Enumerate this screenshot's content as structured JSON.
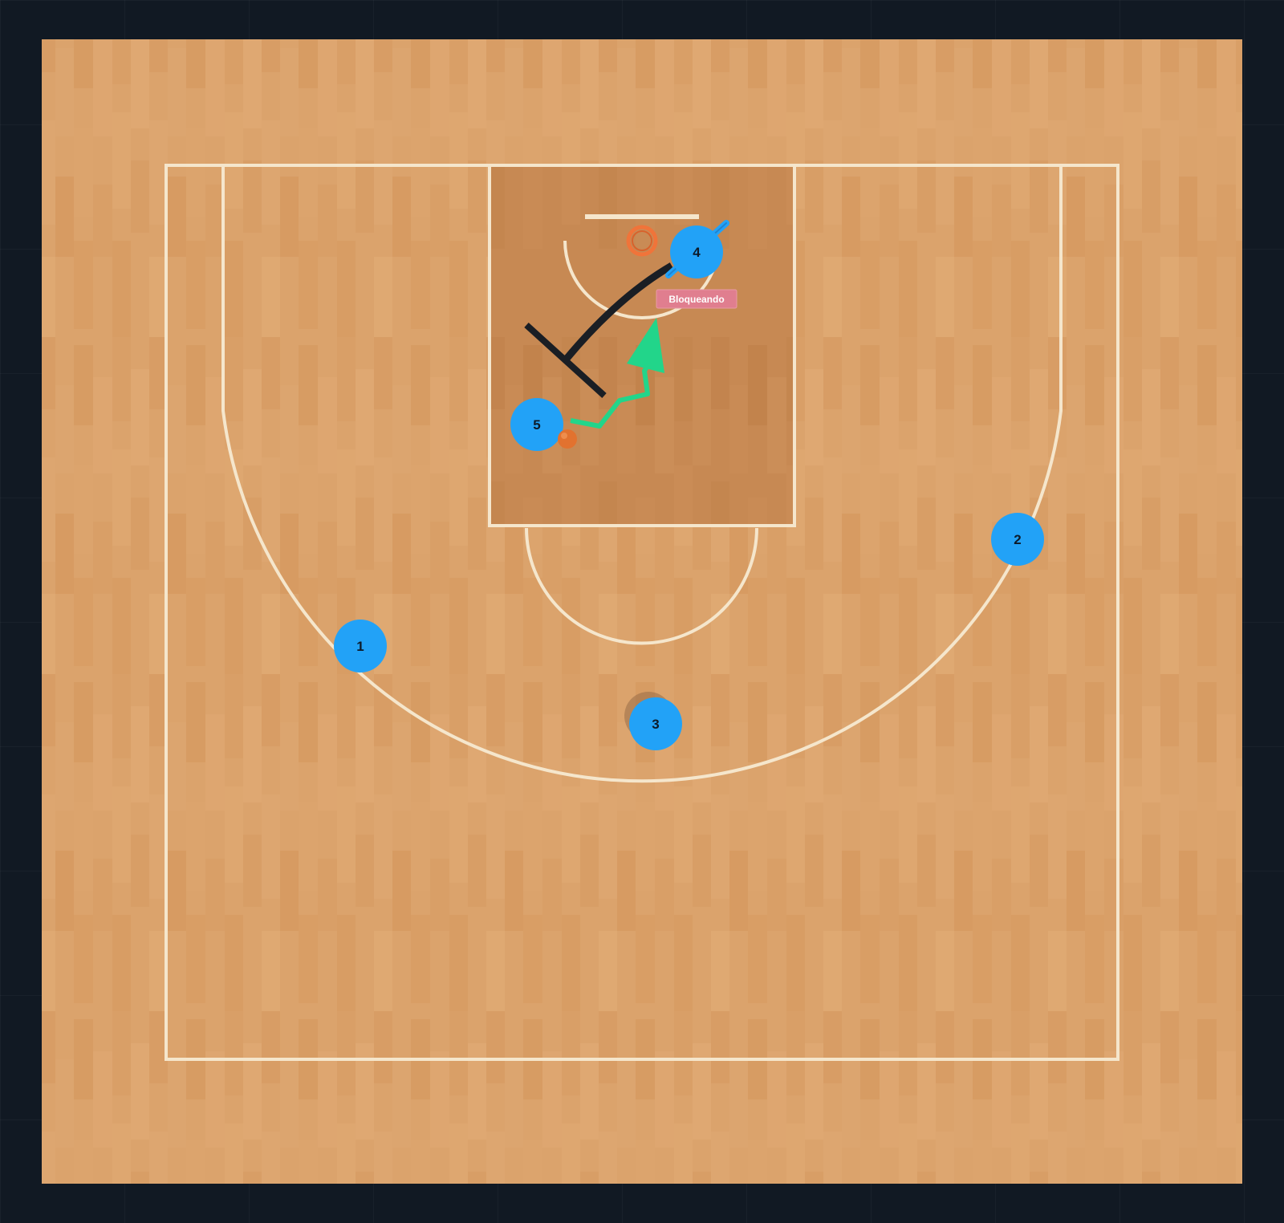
{
  "colors": {
    "background": "#111923",
    "floor": "#dba36c",
    "paint": "#c78953",
    "lines": "#f5e6cc",
    "hoop": "#f0743a",
    "player": "#22a2f7",
    "player_text": "#0d1b2a",
    "cut_path": "#1a1e24",
    "dribble_path": "#22d58a",
    "pass_line": "#22a2f7",
    "tag": "#e07e8f"
  },
  "players": [
    {
      "id": "player-1",
      "label": "1"
    },
    {
      "id": "player-2",
      "label": "2"
    },
    {
      "id": "player-3",
      "label": "3"
    },
    {
      "id": "player-4",
      "label": "4"
    },
    {
      "id": "player-5",
      "label": "5"
    }
  ],
  "status_tag": {
    "label": "Bloqueando"
  },
  "ball": {
    "holder": "5"
  }
}
